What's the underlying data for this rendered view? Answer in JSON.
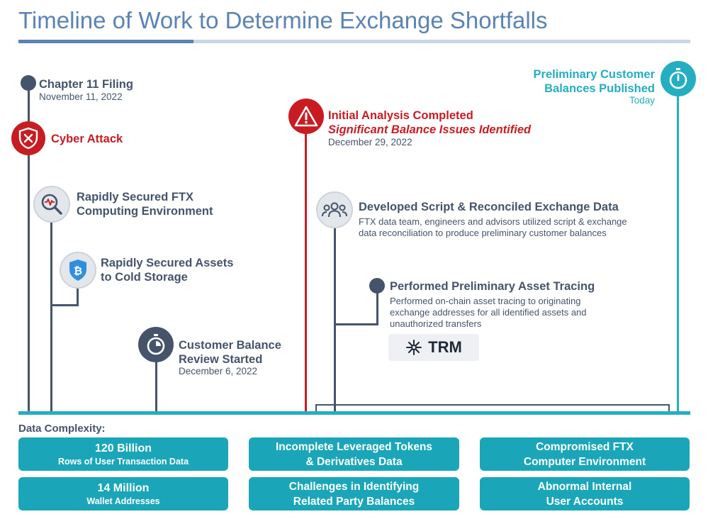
{
  "title": "Timeline of Work to Determine Exchange Shortfalls",
  "events": {
    "chapter11": {
      "title": "Chapter 11 Filing",
      "date": "November 11, 2022"
    },
    "cyber_attack": {
      "title": "Cyber Attack"
    },
    "secured_computing": {
      "line1": "Rapidly Secured FTX",
      "line2": "Computing Environment"
    },
    "secured_assets": {
      "line1": "Rapidly Secured Assets",
      "line2": "to Cold Storage"
    },
    "balance_review": {
      "line1": "Customer Balance",
      "line2": "Review Started",
      "date": "December 6, 2022"
    },
    "initial_analysis": {
      "title": "Initial Analysis Completed",
      "subtitle": "Significant Balance Issues Identified",
      "date": "December 29, 2022"
    },
    "developed_script": {
      "title": "Developed Script & Reconciled Exchange Data",
      "line1": "FTX data team, engineers and advisors utilized script & exchange",
      "line2": "data reconciliation to produce preliminary customer balances"
    },
    "asset_tracing": {
      "title": "Performed Preliminary Asset Tracing",
      "line1": "Performed on-chain asset tracing to originating",
      "line2": "exchange addresses for all identified assets and",
      "line3": "unauthorized transfers",
      "logo_text": "TRM"
    },
    "published": {
      "line1": "Preliminary Customer",
      "line2": "Balances Published",
      "date": "Today"
    }
  },
  "data_complexity": {
    "label": "Data Complexity:",
    "boxes": [
      {
        "line1": "120 Billion",
        "line2": "Rows of User Transaction Data"
      },
      {
        "line1": "Incomplete Leveraged Tokens",
        "line2": "& Derivatives Data"
      },
      {
        "line1": "Compromised FTX",
        "line2": "Computer Environment"
      },
      {
        "line1": "14 Million",
        "line2": "Wallet Addresses"
      },
      {
        "line1": "Challenges in Identifying",
        "line2": "Related Party Balances"
      },
      {
        "line1": "Abnormal Internal",
        "line2": "User Accounts"
      }
    ]
  },
  "colors": {
    "navy": "#45546b",
    "red": "#c81c22",
    "teal": "#24aec1",
    "title_blue": "#5a83b4"
  }
}
